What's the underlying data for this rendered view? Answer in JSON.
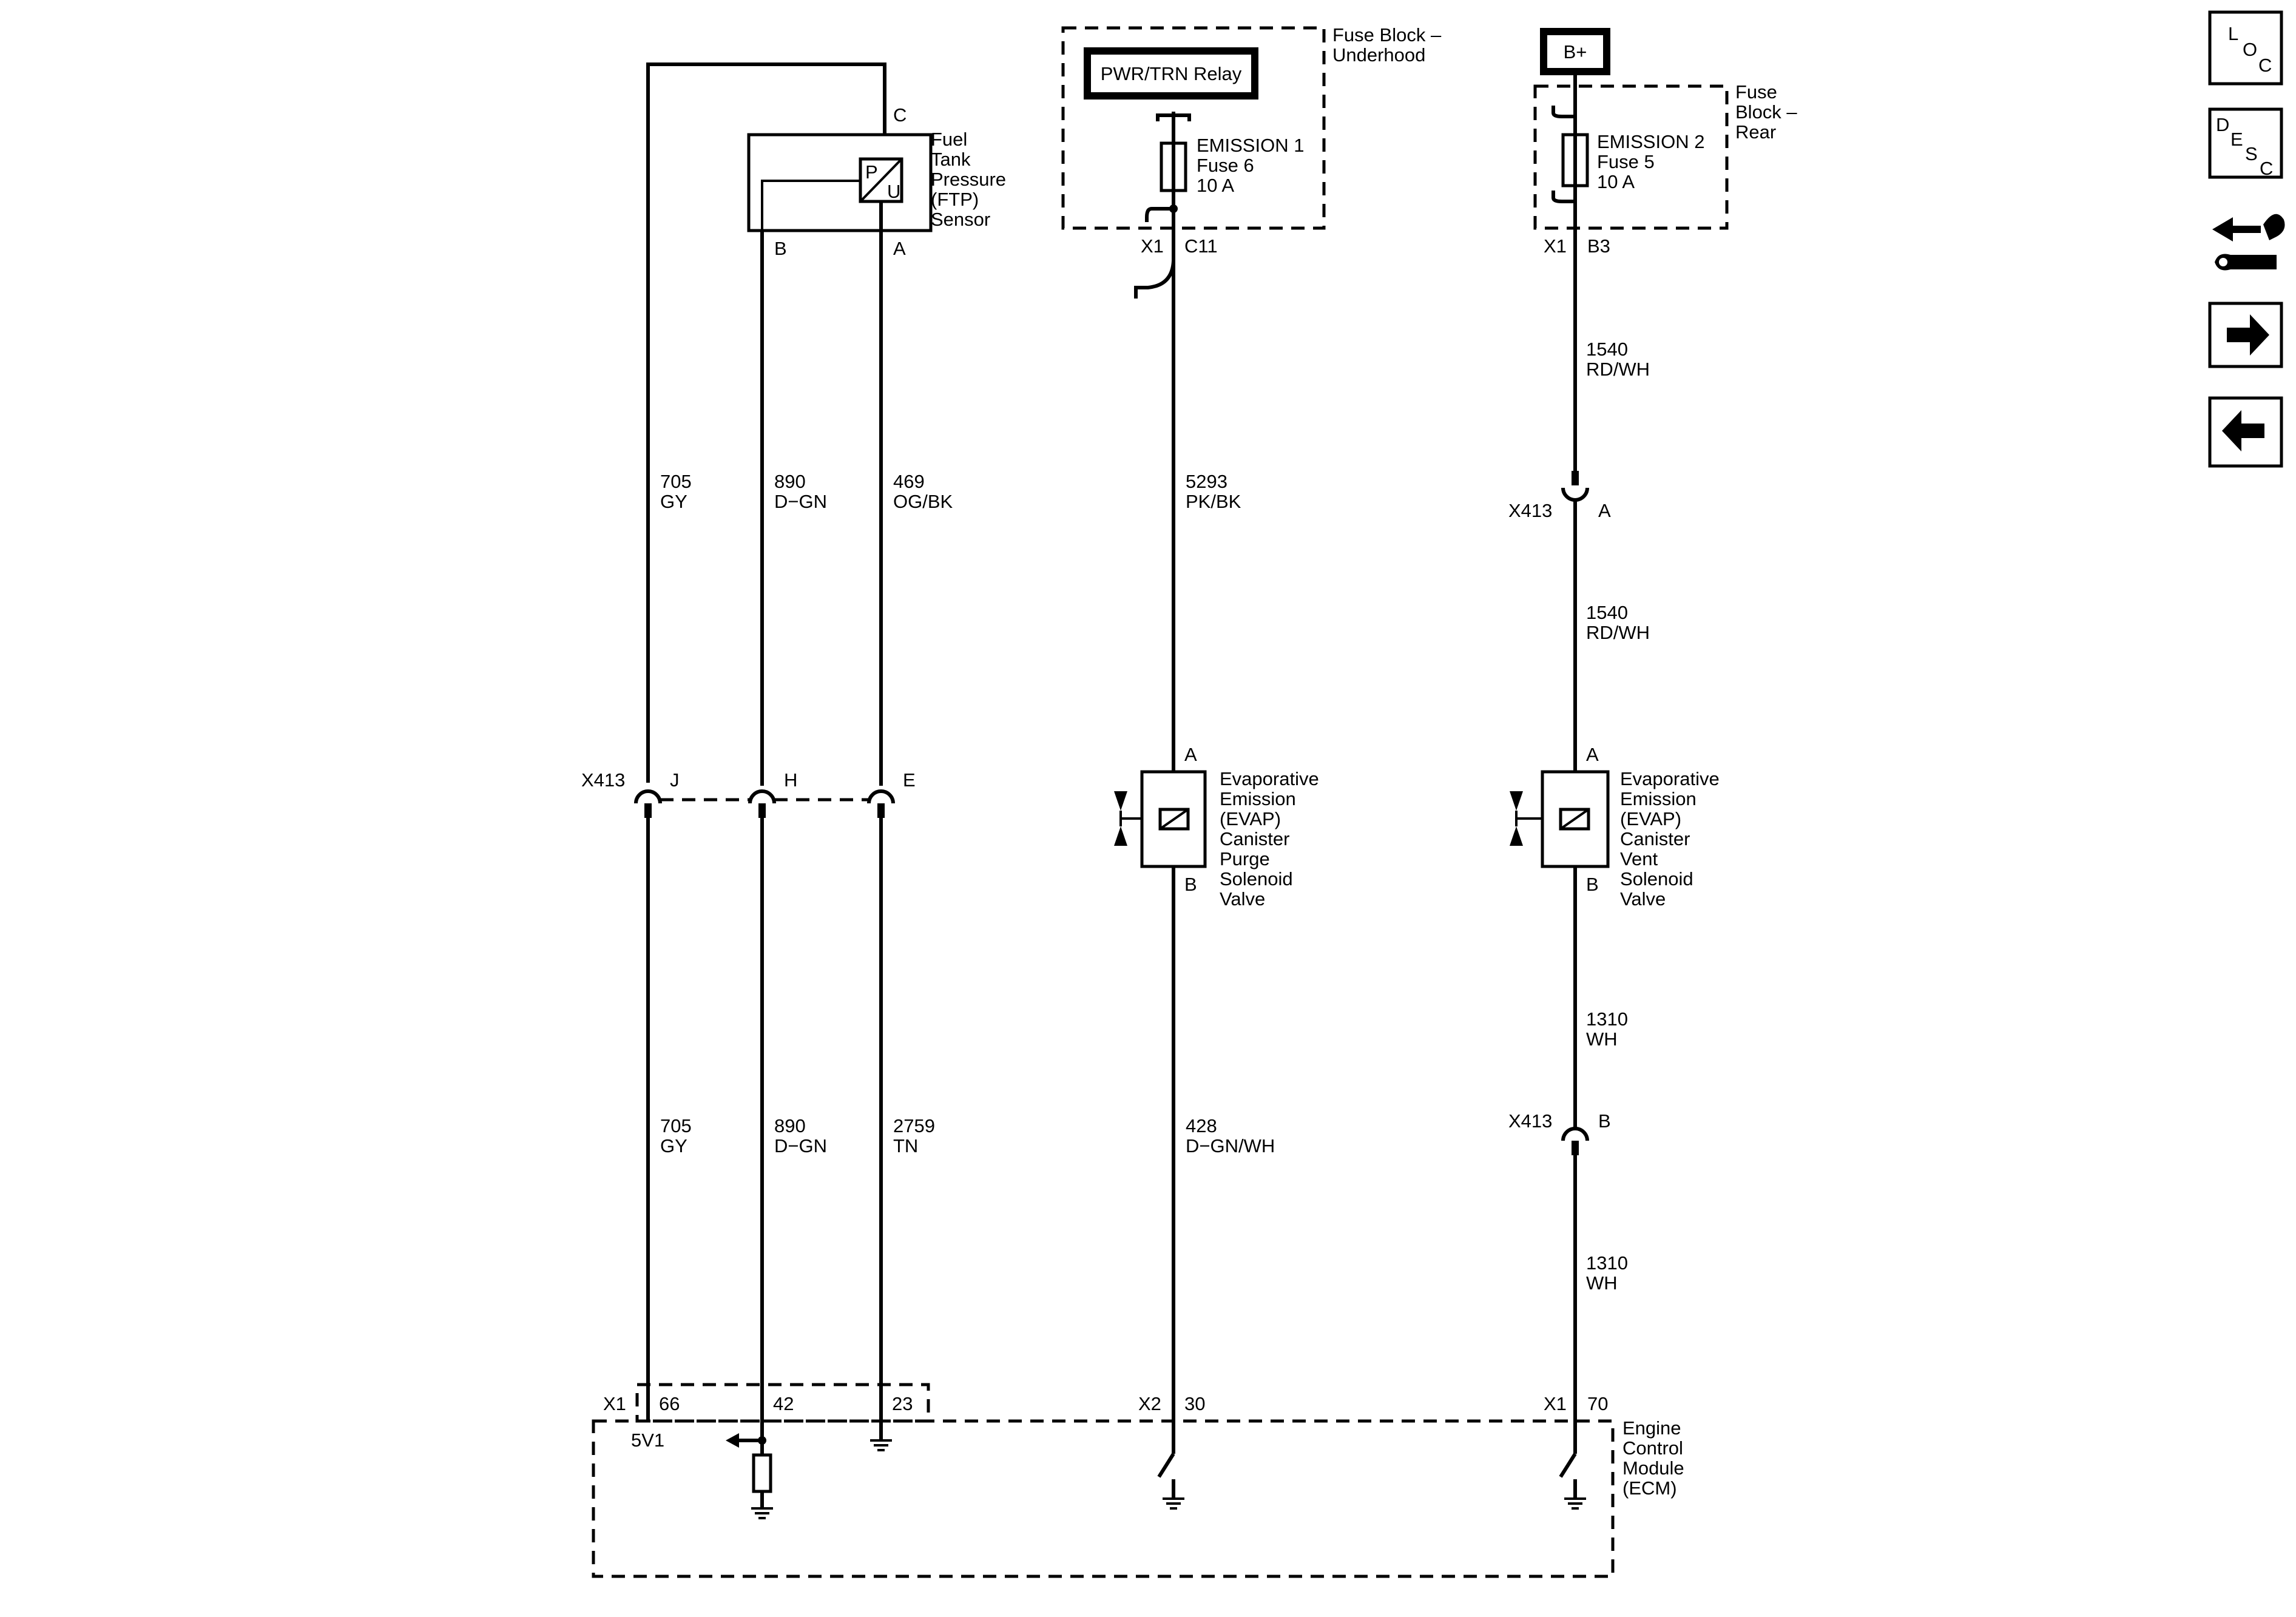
{
  "connectors": {
    "x413": "X413",
    "x1": "X1",
    "x2": "X2",
    "x413_j": "J",
    "x413_h": "H",
    "x413_e": "E",
    "x413_a": "A",
    "x413_b": "B"
  },
  "ftp_sensor": {
    "label_lines": [
      "Fuel",
      "Tank",
      "Pressure",
      "(FTP)",
      "Sensor"
    ],
    "pin_c": "C",
    "pin_b": "B",
    "pin_a": "A",
    "symbol_p": "P",
    "symbol_u": "U"
  },
  "wires_ftp": {
    "w705_top_num": "705",
    "w705_top_color": "GY",
    "w890_top_num": "890",
    "w890_top_color": "D−GN",
    "w469_num": "469",
    "w469_color": "OG/BK",
    "w705_bot_num": "705",
    "w705_bot_color": "GY",
    "w890_bot_num": "890",
    "w890_bot_color": "D−GN",
    "w2759_num": "2759",
    "w2759_color": "TN"
  },
  "fuse_underhood": {
    "block_label_lines": [
      "Fuse Block –",
      "Underhood"
    ],
    "relay_label": "PWR/TRN Relay",
    "fuse_lines": [
      "EMISSION 1",
      "Fuse 6",
      "10 A"
    ],
    "conn": "X1",
    "pin": "C11"
  },
  "purge_circuit": {
    "w5293_num": "5293",
    "w5293_color": "PK/BK",
    "w428_num": "428",
    "w428_color": "D−GN/WH",
    "pin_a": "A",
    "pin_b": "B",
    "valve_label_lines": [
      "Evaporative",
      "Emission",
      "(EVAP)",
      "Canister",
      "Purge",
      "Solenoid",
      "Valve"
    ]
  },
  "fuse_rear": {
    "bplus": "B+",
    "block_label_lines": [
      "Fuse",
      "Block –",
      "Rear"
    ],
    "fuse_lines": [
      "EMISSION 2",
      "Fuse 5",
      "10 A"
    ],
    "conn": "X1",
    "pin": "B3"
  },
  "vent_circuit": {
    "w1540_a_num": "1540",
    "w1540_a_color": "RD/WH",
    "w1540_b_num": "1540",
    "w1540_b_color": "RD/WH",
    "w1310_a_num": "1310",
    "w1310_a_color": "WH",
    "w1310_b_num": "1310",
    "w1310_b_color": "WH",
    "pin_a": "A",
    "pin_b": "B",
    "valve_label_lines": [
      "Evaporative",
      "Emission",
      "(EVAP)",
      "Canister",
      "Vent",
      "Solenoid",
      "Valve"
    ]
  },
  "ecm": {
    "label_lines": [
      "Engine",
      "Control",
      "Module",
      "(ECM)"
    ],
    "pin_66": "66",
    "pin_42": "42",
    "pin_23": "23",
    "pin_30": "30",
    "pin_70": "70",
    "ref_5v": "5V1"
  },
  "nav": {
    "loc": [
      "L",
      "O",
      "C"
    ],
    "desc": [
      "D",
      "E",
      "S",
      "C"
    ]
  }
}
